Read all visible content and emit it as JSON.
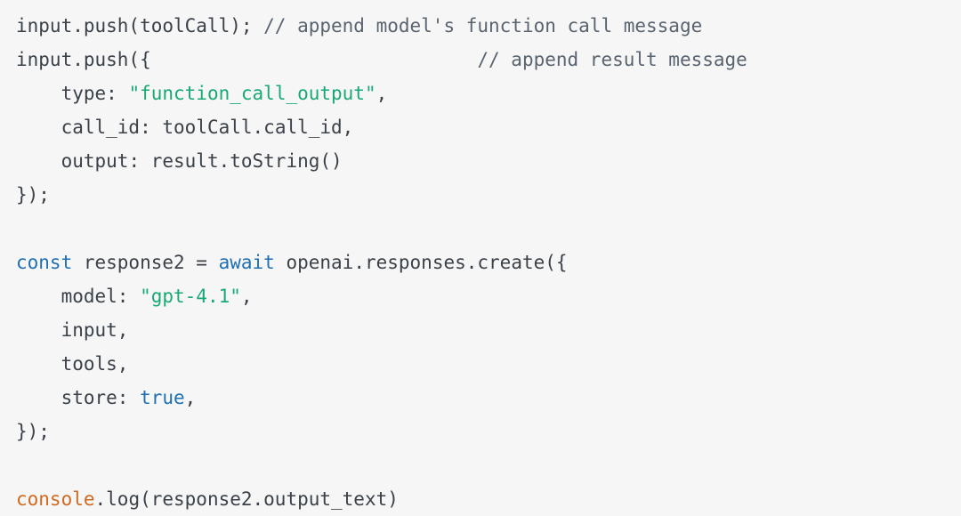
{
  "editor": {
    "language": "javascript",
    "background_color": "#f6f6f6",
    "default_text_color": "#3b4149",
    "palette": {
      "keyword": "#1f6fb2",
      "property": "#e0256e",
      "string": "#19a974",
      "builtin": "#d2691e",
      "comment": "#5a6470",
      "plain": "#3b4149"
    }
  },
  "code": {
    "lines": [
      {
        "id": "line-1",
        "tokens": [
          {
            "text": "input.push(toolCall); ",
            "type": "plain"
          },
          {
            "text": "// append model's function call message",
            "type": "comment"
          }
        ]
      },
      {
        "id": "line-2",
        "tokens": [
          {
            "text": "input.push({",
            "type": "plain"
          },
          {
            "text": "                             ",
            "type": "plain"
          },
          {
            "text": "// append result message",
            "type": "comment"
          }
        ]
      },
      {
        "id": "line-3",
        "tokens": [
          {
            "text": "    ",
            "type": "plain"
          },
          {
            "text": "type",
            "type": "property"
          },
          {
            "text": ": ",
            "type": "punct"
          },
          {
            "text": "\"function_call_output\"",
            "type": "string"
          },
          {
            "text": ",",
            "type": "punct"
          }
        ]
      },
      {
        "id": "line-4",
        "tokens": [
          {
            "text": "    ",
            "type": "plain"
          },
          {
            "text": "call_id",
            "type": "property"
          },
          {
            "text": ": ",
            "type": "punct"
          },
          {
            "text": "toolCall.call_id,",
            "type": "plain"
          }
        ]
      },
      {
        "id": "line-5",
        "tokens": [
          {
            "text": "    ",
            "type": "plain"
          },
          {
            "text": "output",
            "type": "property"
          },
          {
            "text": ": ",
            "type": "punct"
          },
          {
            "text": "result.toString()",
            "type": "plain"
          }
        ]
      },
      {
        "id": "line-6",
        "tokens": [
          {
            "text": "});",
            "type": "plain"
          }
        ]
      },
      {
        "id": "line-7",
        "tokens": []
      },
      {
        "id": "line-8",
        "tokens": [
          {
            "text": "const",
            "type": "keyword"
          },
          {
            "text": " response2 = ",
            "type": "plain"
          },
          {
            "text": "await",
            "type": "keyword"
          },
          {
            "text": " openai.responses.create({",
            "type": "plain"
          }
        ]
      },
      {
        "id": "line-9",
        "tokens": [
          {
            "text": "    ",
            "type": "plain"
          },
          {
            "text": "model",
            "type": "property"
          },
          {
            "text": ": ",
            "type": "punct"
          },
          {
            "text": "\"gpt-4.1\"",
            "type": "string"
          },
          {
            "text": ",",
            "type": "punct"
          }
        ]
      },
      {
        "id": "line-10",
        "tokens": [
          {
            "text": "    input,",
            "type": "plain"
          }
        ]
      },
      {
        "id": "line-11",
        "tokens": [
          {
            "text": "    tools,",
            "type": "plain"
          }
        ]
      },
      {
        "id": "line-12",
        "tokens": [
          {
            "text": "    ",
            "type": "plain"
          },
          {
            "text": "store",
            "type": "property"
          },
          {
            "text": ": ",
            "type": "punct"
          },
          {
            "text": "true",
            "type": "keyword"
          },
          {
            "text": ",",
            "type": "punct"
          }
        ]
      },
      {
        "id": "line-13",
        "tokens": [
          {
            "text": "});",
            "type": "plain"
          }
        ]
      },
      {
        "id": "line-14",
        "tokens": []
      },
      {
        "id": "line-15",
        "tokens": [
          {
            "text": "console",
            "type": "builtin"
          },
          {
            "text": ".log(response2.output_text)",
            "type": "plain"
          }
        ]
      }
    ]
  }
}
